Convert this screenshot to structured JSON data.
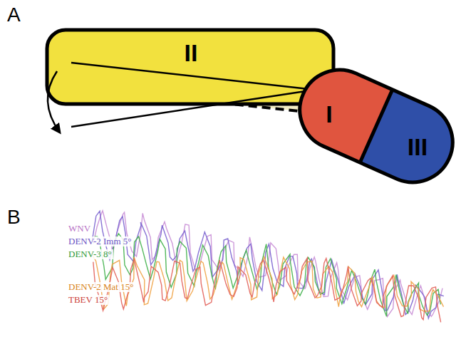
{
  "diagram": {
    "nodes": [
      {
        "text": [
          "II"
        ]
      },
      {
        "text": [
          "I"
        ]
      },
      {
        "text": [
          "III"
        ]
      }
    ],
    "labels": [
      "A",
      "B",
      "WNV",
      "DENV-2 Imm 5°",
      "DENV-3 8°",
      "DENV-2 Mat 15°",
      "TBEV 15°"
    ]
  }
}
